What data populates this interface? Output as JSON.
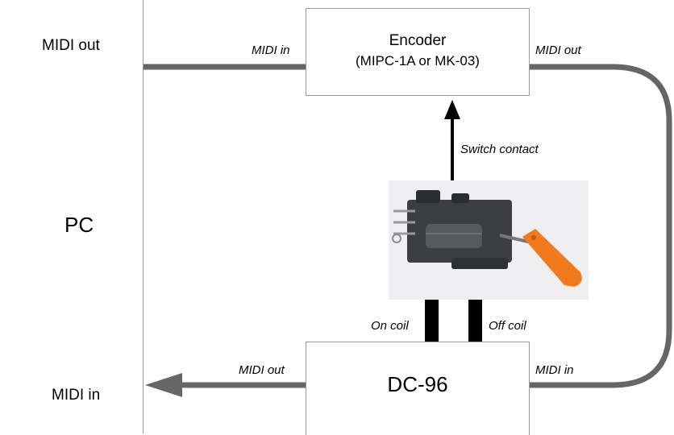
{
  "pc": {
    "title": "PC",
    "midi_out": "MIDI out",
    "midi_in": "MIDI in"
  },
  "encoder": {
    "title": "Encoder",
    "subtitle": "(MIPC-1A or MK-03)",
    "midi_in": "MIDI in",
    "midi_out": "MIDI out"
  },
  "dc96": {
    "title": "DC-96",
    "midi_out": "MIDI out",
    "midi_in": "MIDI in"
  },
  "switch": {
    "contact_label": "Switch contact",
    "on_coil": "On coil",
    "off_coil": "Off coil"
  },
  "colors": {
    "cable": "#666666",
    "arrow": "#000000",
    "box_border": "#9a9a9a",
    "handle": "#f07a1c"
  }
}
